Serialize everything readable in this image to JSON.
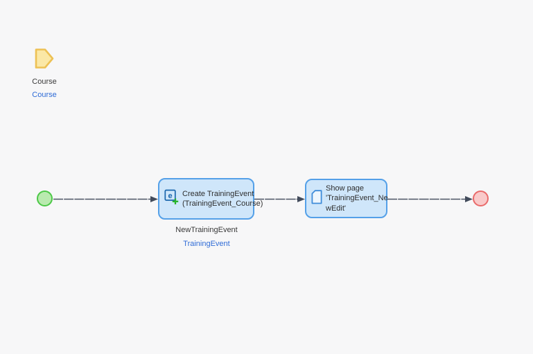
{
  "canvas": {
    "background": "#f7f7f8"
  },
  "parameter": {
    "label": "Course",
    "entity_link": "Course",
    "icon": "parameter-flag-icon",
    "fill": "#fbe8a6",
    "border": "#edc154"
  },
  "activities": {
    "create": {
      "line1": "Create TrainingEvent",
      "line2": "(TrainingEvent_Course)",
      "caption": "Create TrainingEvent (TrainingEvent_Course)",
      "name_label": "NewTrainingEvent",
      "entity_link": "TrainingEvent",
      "icon": "create-object-icon"
    },
    "show_page": {
      "line1": "Show page",
      "line2": "'TrainingEvent_Ne",
      "line3": "wEdit'",
      "caption": "Show page 'TrainingEvent_NewEdit'",
      "icon": "show-page-icon"
    }
  },
  "events": {
    "start": {
      "fill": "#b9eaaf",
      "border": "#4cc847"
    },
    "end": {
      "fill": "#f9caca",
      "border": "#e96a6a"
    }
  },
  "style": {
    "activity_fill": "#cfe6fa",
    "activity_border": "#54a0e8",
    "connector_color": "#4a5363",
    "link_color": "#2e6bd6",
    "background": "#f7f7f8"
  }
}
